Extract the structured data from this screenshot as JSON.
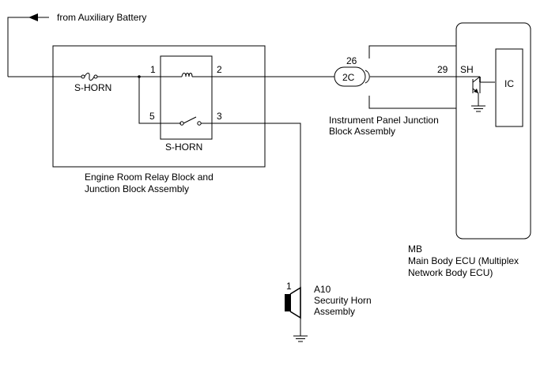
{
  "source": {
    "label": "from Auxiliary Battery"
  },
  "engine_room_block": {
    "name_line1": "Engine Room Relay Block and",
    "name_line2": "Junction Block Assembly",
    "fuse_label": "S-HORN",
    "relay_label": "S-HORN",
    "pins": {
      "p1": "1",
      "p2": "2",
      "p3": "3",
      "p5": "5"
    }
  },
  "instrument_panel": {
    "name_line1": "Instrument Panel Junction",
    "name_line2": "Block Assembly",
    "connector": "2C",
    "pin_in": "26",
    "pin_out": "29"
  },
  "ecu": {
    "code": "MB",
    "name_line1": "Main Body ECU (Multiplex",
    "name_line2": "Network Body ECU)",
    "terminal": "SH",
    "ic_label": "IC"
  },
  "horn": {
    "code": "A10",
    "name_line1": "Security Horn",
    "name_line2": "Assembly",
    "pin": "1"
  }
}
